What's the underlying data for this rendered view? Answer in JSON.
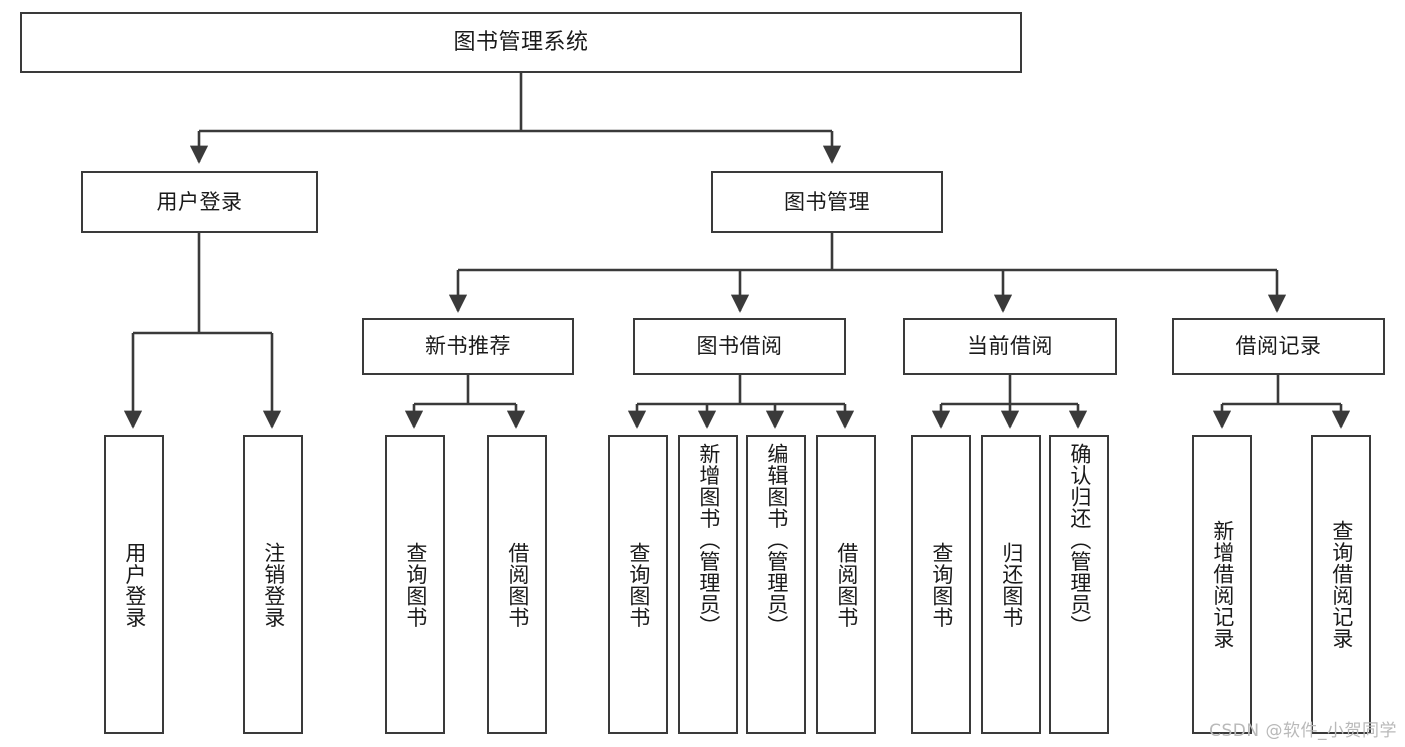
{
  "diagram": {
    "type": "tree-hierarchy",
    "title": "图书管理系统",
    "watermark": "CSDN @软件_小贺同学",
    "colors": {
      "stroke": "#3a3a3a",
      "fill": "#ffffff",
      "text": "#1a1a1a",
      "watermark": "#b9b9b9"
    },
    "nodes": {
      "root": {
        "label": "图书管理系统"
      },
      "level1": [
        {
          "id": "user-login",
          "label": "用户登录"
        },
        {
          "id": "book-manage",
          "label": "图书管理"
        }
      ],
      "level2": [
        {
          "id": "new-book-recommend",
          "label": "新书推荐"
        },
        {
          "id": "book-borrow",
          "label": "图书借阅"
        },
        {
          "id": "current-borrow",
          "label": "当前借阅"
        },
        {
          "id": "borrow-record",
          "label": "借阅记录"
        }
      ],
      "leaves": {
        "user_login": [
          {
            "id": "leaf-user-login",
            "label": "用户登录"
          },
          {
            "id": "leaf-logout",
            "label": "注销登录"
          }
        ],
        "new_book_recommend": [
          {
            "id": "leaf-query-book-1",
            "label": "查询图书"
          },
          {
            "id": "leaf-borrow-book-1",
            "label": "借阅图书"
          }
        ],
        "book_borrow": [
          {
            "id": "leaf-query-book-2",
            "label": "查询图书"
          },
          {
            "id": "leaf-add-book",
            "label": "新增图书（管理员）"
          },
          {
            "id": "leaf-edit-book",
            "label": "编辑图书（管理员）"
          },
          {
            "id": "leaf-borrow-book-2",
            "label": "借阅图书"
          }
        ],
        "current_borrow": [
          {
            "id": "leaf-query-book-3",
            "label": "查询图书"
          },
          {
            "id": "leaf-return-book",
            "label": "归还图书"
          },
          {
            "id": "leaf-confirm-return",
            "label": "确认归还（管理员）"
          }
        ],
        "borrow_record": [
          {
            "id": "leaf-add-record",
            "label": "新增借阅记录"
          },
          {
            "id": "leaf-query-record",
            "label": "查询借阅记录"
          }
        ]
      }
    }
  }
}
